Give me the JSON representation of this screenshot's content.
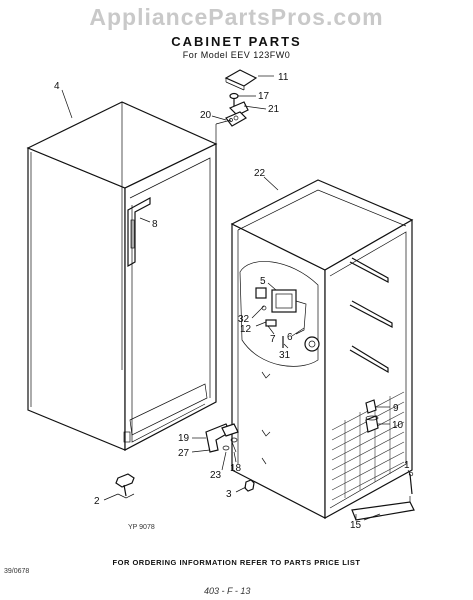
{
  "watermark": "AppliancePartsPros.com",
  "title": "CABINET PARTS",
  "subtitle": "For Model EEV 123FW0",
  "drawing_code": "YP 9078",
  "corner_code": "39/0678",
  "footer": "FOR ORDERING INFORMATION REFER TO PARTS PRICE LIST",
  "handwritten": "403 - F - 13",
  "callouts": [
    "11",
    "17",
    "21",
    "20",
    "4",
    "8",
    "22",
    "5",
    "32",
    "12",
    "7",
    "6",
    "31",
    "9",
    "10",
    "19",
    "27",
    "23",
    "18",
    "3",
    "2",
    "1",
    "15"
  ]
}
